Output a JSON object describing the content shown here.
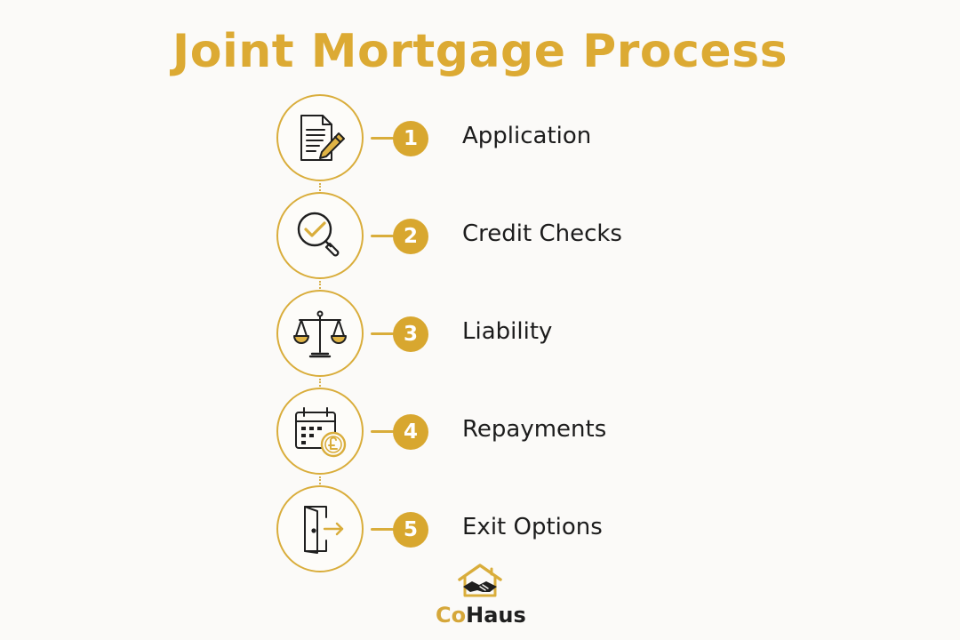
{
  "title": "Joint Mortgage Process",
  "colors": {
    "accent": "#d9ad3b",
    "title": "#dcaa33",
    "badge": "#d8a72f",
    "text": "#1c1c1c",
    "background": "#fbfaf8"
  },
  "steps": [
    {
      "number": "1",
      "label": "Application",
      "icon": "document-pencil-icon"
    },
    {
      "number": "2",
      "label": "Credit Checks",
      "icon": "magnifier-check-icon"
    },
    {
      "number": "3",
      "label": "Liability",
      "icon": "balance-scale-icon"
    },
    {
      "number": "4",
      "label": "Repayments",
      "icon": "calendar-pound-icon"
    },
    {
      "number": "5",
      "label": "Exit Options",
      "icon": "door-exit-icon"
    }
  ],
  "logo": {
    "icon": "house-handshake-icon",
    "brand_part1": "Co",
    "brand_part2": "Haus"
  }
}
